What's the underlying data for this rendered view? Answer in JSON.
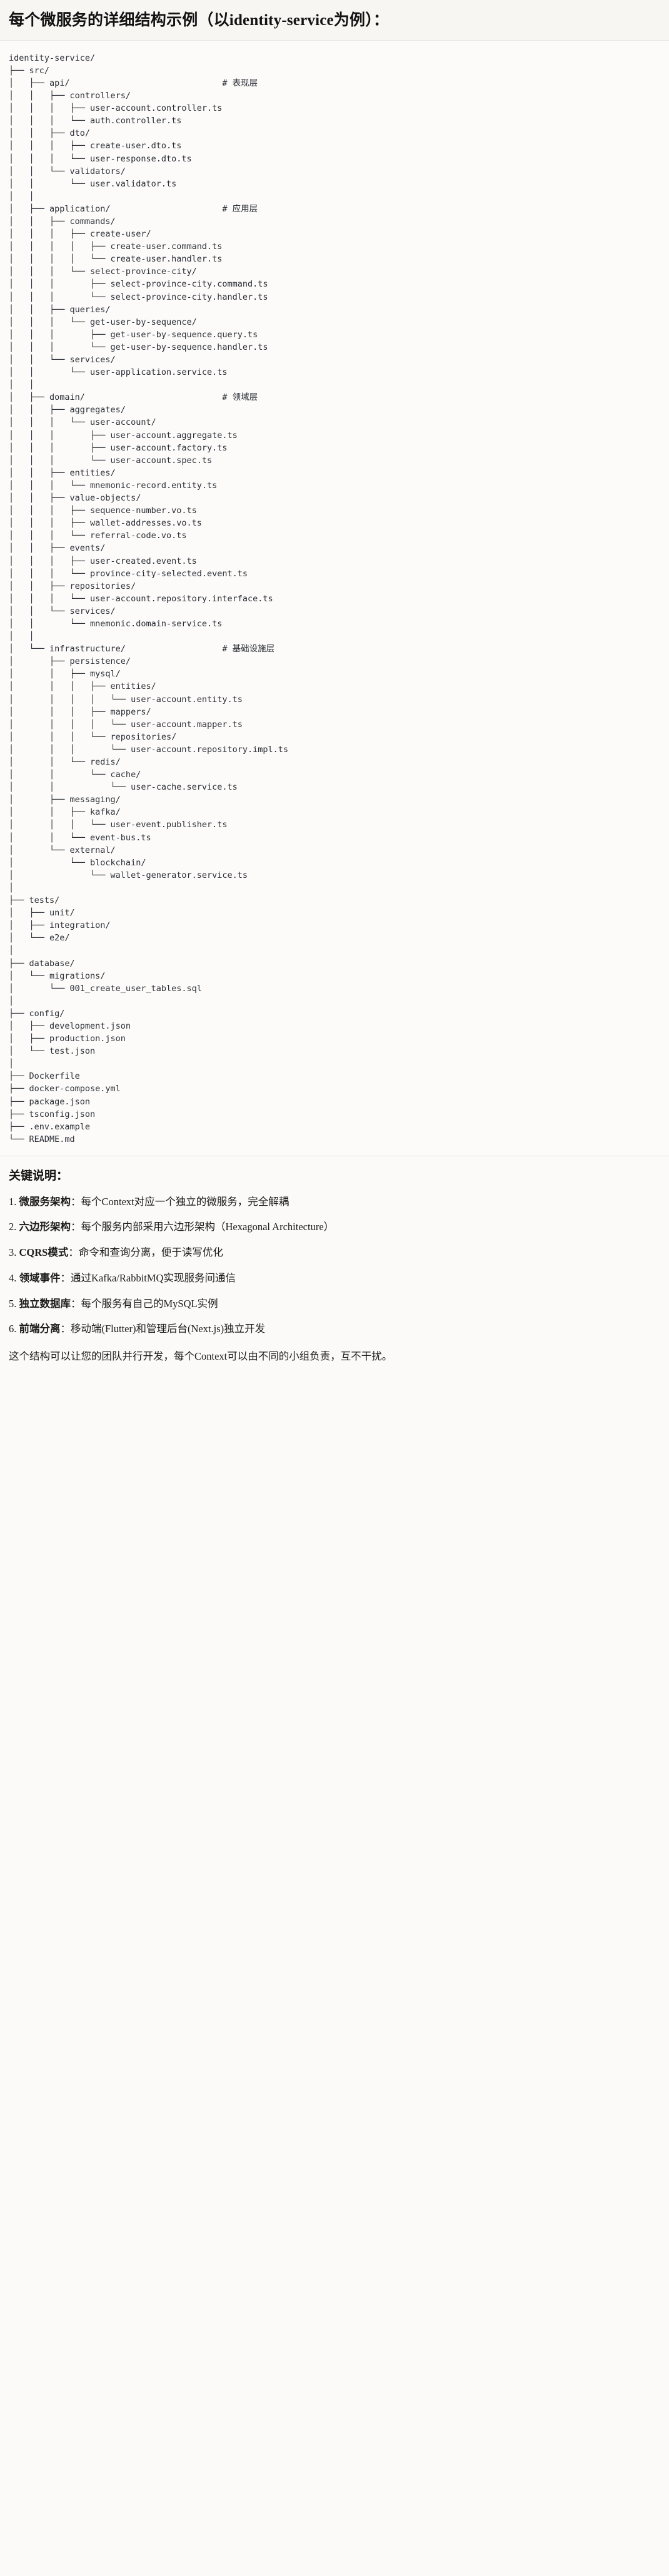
{
  "heading": {
    "text": "每个微服务的详细结构示例（以identity-service为例）："
  },
  "tree": {
    "root": "identity-service/",
    "text": "identity-service/\n├── src/\n│   ├── api/                              # 表现层\n│   │   ├── controllers/\n│   │   │   ├── user-account.controller.ts\n│   │   │   └── auth.controller.ts\n│   │   ├── dto/\n│   │   │   ├── create-user.dto.ts\n│   │   │   └── user-response.dto.ts\n│   │   └── validators/\n│   │       └── user.validator.ts\n│   │\n│   ├── application/                      # 应用层\n│   │   ├── commands/\n│   │   │   ├── create-user/\n│   │   │   │   ├── create-user.command.ts\n│   │   │   │   └── create-user.handler.ts\n│   │   │   └── select-province-city/\n│   │   │       ├── select-province-city.command.ts\n│   │   │       └── select-province-city.handler.ts\n│   │   ├── queries/\n│   │   │   └── get-user-by-sequence/\n│   │   │       ├── get-user-by-sequence.query.ts\n│   │   │       └── get-user-by-sequence.handler.ts\n│   │   └── services/\n│   │       └── user-application.service.ts\n│   │\n│   ├── domain/                           # 领域层\n│   │   ├── aggregates/\n│   │   │   └── user-account/\n│   │   │       ├── user-account.aggregate.ts\n│   │   │       ├── user-account.factory.ts\n│   │   │       └── user-account.spec.ts\n│   │   ├── entities/\n│   │   │   └── mnemonic-record.entity.ts\n│   │   ├── value-objects/\n│   │   │   ├── sequence-number.vo.ts\n│   │   │   ├── wallet-addresses.vo.ts\n│   │   │   └── referral-code.vo.ts\n│   │   ├── events/\n│   │   │   ├── user-created.event.ts\n│   │   │   └── province-city-selected.event.ts\n│   │   ├── repositories/\n│   │   │   └── user-account.repository.interface.ts\n│   │   └── services/\n│   │       └── mnemonic.domain-service.ts\n│   │\n│   └── infrastructure/                   # 基础设施层\n│       ├── persistence/\n│       │   ├── mysql/\n│       │   │   ├── entities/\n│       │   │   │   └── user-account.entity.ts\n│       │   │   ├── mappers/\n│       │   │   │   └── user-account.mapper.ts\n│       │   │   └── repositories/\n│       │   │       └── user-account.repository.impl.ts\n│       │   └── redis/\n│       │       └── cache/\n│       │           └── user-cache.service.ts\n│       ├── messaging/\n│       │   ├── kafka/\n│       │   │   └── user-event.publisher.ts\n│       │   └── event-bus.ts\n│       └── external/\n│           └── blockchain/\n│               └── wallet-generator.service.ts\n│\n├── tests/\n│   ├── unit/\n│   ├── integration/\n│   └── e2e/\n│\n├── database/\n│   └── migrations/\n│       └── 001_create_user_tables.sql\n│\n├── config/\n│   ├── development.json\n│   ├── production.json\n│   └── test.json\n│\n├── Dockerfile\n├── docker-compose.yml\n├── package.json\n├── tsconfig.json\n├── .env.example\n└── README.md",
    "layer_comments": [
      "# 表现层",
      "# 应用层",
      "# 领域层",
      "# 基础设施层"
    ]
  },
  "notes": {
    "title": "关键说明：",
    "separator": "：",
    "items": [
      {
        "term": "微服务架构",
        "desc": "每个Context对应一个独立的微服务，完全解耦"
      },
      {
        "term": "六边形架构",
        "desc": "每个服务内部采用六边形架构（Hexagonal Architecture）"
      },
      {
        "term": "CQRS模式",
        "desc": "命令和查询分离，便于读写优化"
      },
      {
        "term": "领域事件",
        "desc": "通过Kafka/RabbitMQ实现服务间通信"
      },
      {
        "term": "独立数据库",
        "desc": "每个服务有自己的MySQL实例"
      },
      {
        "term": "前端分离",
        "desc": "移动端(Flutter)和管理后台(Next.js)独立开发"
      }
    ],
    "closing": "这个结构可以让您的团队并行开发，每个Context可以由不同的小组负责，互不干扰。"
  }
}
